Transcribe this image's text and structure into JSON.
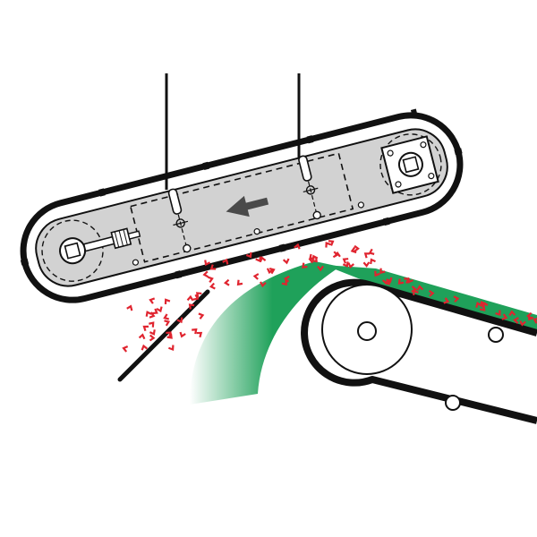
{
  "diagram": {
    "colors": {
      "background": "#ffffff",
      "outline": "#111111",
      "housing_fill": "#d2d2d2",
      "material": "#1fa15a",
      "material_fade": "#ffffff",
      "metal_particles": "#e0242f",
      "arrow": "#4a4a4a"
    },
    "icons": {
      "flow": "arrow-left-icon",
      "particle": "chevron-icon"
    },
    "components": [
      "overband-magnet-housing",
      "suspension-rod-left",
      "suspension-rod-right",
      "magnet-belt",
      "conveyor-belt",
      "head-pulley",
      "idler-roller-upper",
      "idler-roller-lower",
      "deflector-plate",
      "material-trajectory",
      "extracted-ferrous-particles"
    ]
  }
}
